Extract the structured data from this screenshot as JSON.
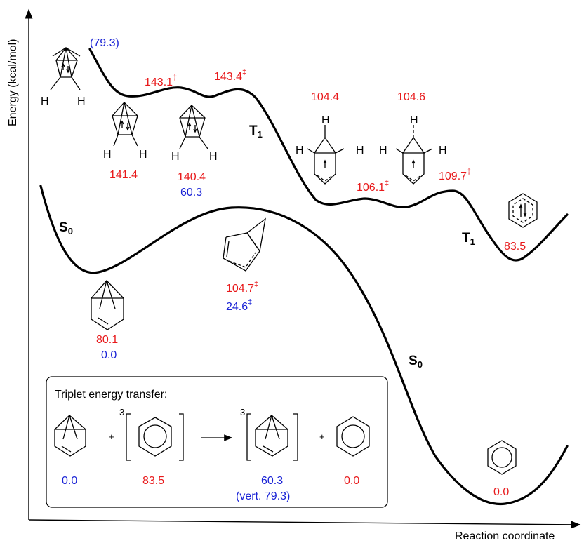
{
  "axes": {
    "y_label": "Energy (kcal/mol)",
    "x_label": "Reaction coordinate"
  },
  "states": {
    "s0_left": "S",
    "s0_left_sub": "0",
    "s0_right": "S",
    "s0_right_sub": "0",
    "t1_mid": "T",
    "t1_mid_sub": "1",
    "t1_right": "T",
    "t1_right_sub": "1"
  },
  "energies": {
    "start_t1": "(79.3)",
    "ts1": "143.1",
    "ts2": "143.4",
    "int1": "141.4",
    "int2": "140.4",
    "int2_s0": "60.3",
    "int3": "104.4",
    "int4": "104.6",
    "ts3": "106.1",
    "ts4": "109.7",
    "benzene_t1": "83.5",
    "s0_start_t": "80.1",
    "s0_start_s": "0.0",
    "s0_ts_t": "104.7",
    "s0_ts_s": "24.6",
    "benzene_s0": "0.0",
    "dagger": "‡"
  },
  "atoms": {
    "h": "H"
  },
  "inset": {
    "title": "Triplet energy transfer:",
    "plus1": "+",
    "plus2": "+",
    "sup1": "3",
    "sup2": "3",
    "e1": "0.0",
    "e2": "83.5",
    "e3": "60.3",
    "e3_note": "(vert. 79.3)",
    "e4": "0.0"
  },
  "colors": {
    "triplet": "#e8191b",
    "singlet": "#1a23d6",
    "curve": "#000000"
  }
}
